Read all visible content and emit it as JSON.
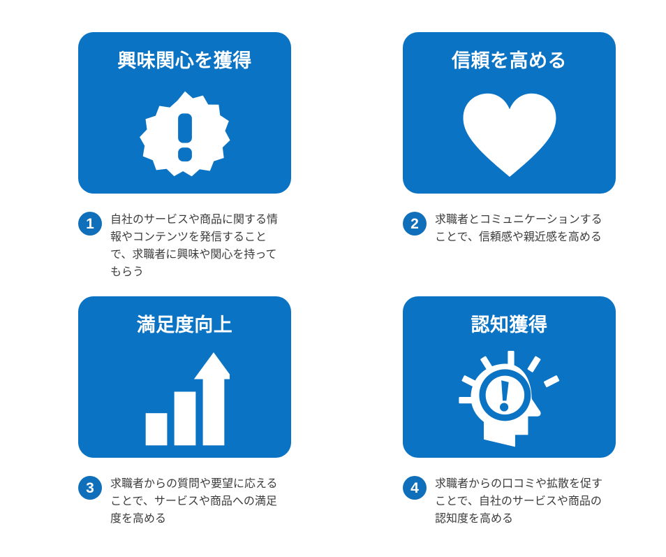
{
  "theme": {
    "card_blue": "#0b73c4",
    "badge_blue": "#0f6fba",
    "title_color": "#ffffff",
    "body_color": "#3b3b3b",
    "background": "#ffffff"
  },
  "cards": [
    {
      "number": "1",
      "title": "興味関心を獲得",
      "icon": "exclamation-badge-icon",
      "description": "自社のサービスや商品に関する情報やコンテンツを発信することで、求職者に興味や関心を持ってもらう"
    },
    {
      "number": "2",
      "title": "信頼を高める",
      "icon": "heart-icon",
      "description": "求職者とコミュニケーションすることで、信頼感や親近感を高める"
    },
    {
      "number": "3",
      "title": "満足度向上",
      "icon": "growth-chart-arrow-icon",
      "description": "求職者からの質問や要望に応えることで、サービスや商品への満足度を高める"
    },
    {
      "number": "4",
      "title": "認知獲得",
      "icon": "idea-head-icon",
      "description": "求職者からの口コミや拡散を促すことで、自社のサービスや商品の認知度を高める"
    }
  ]
}
